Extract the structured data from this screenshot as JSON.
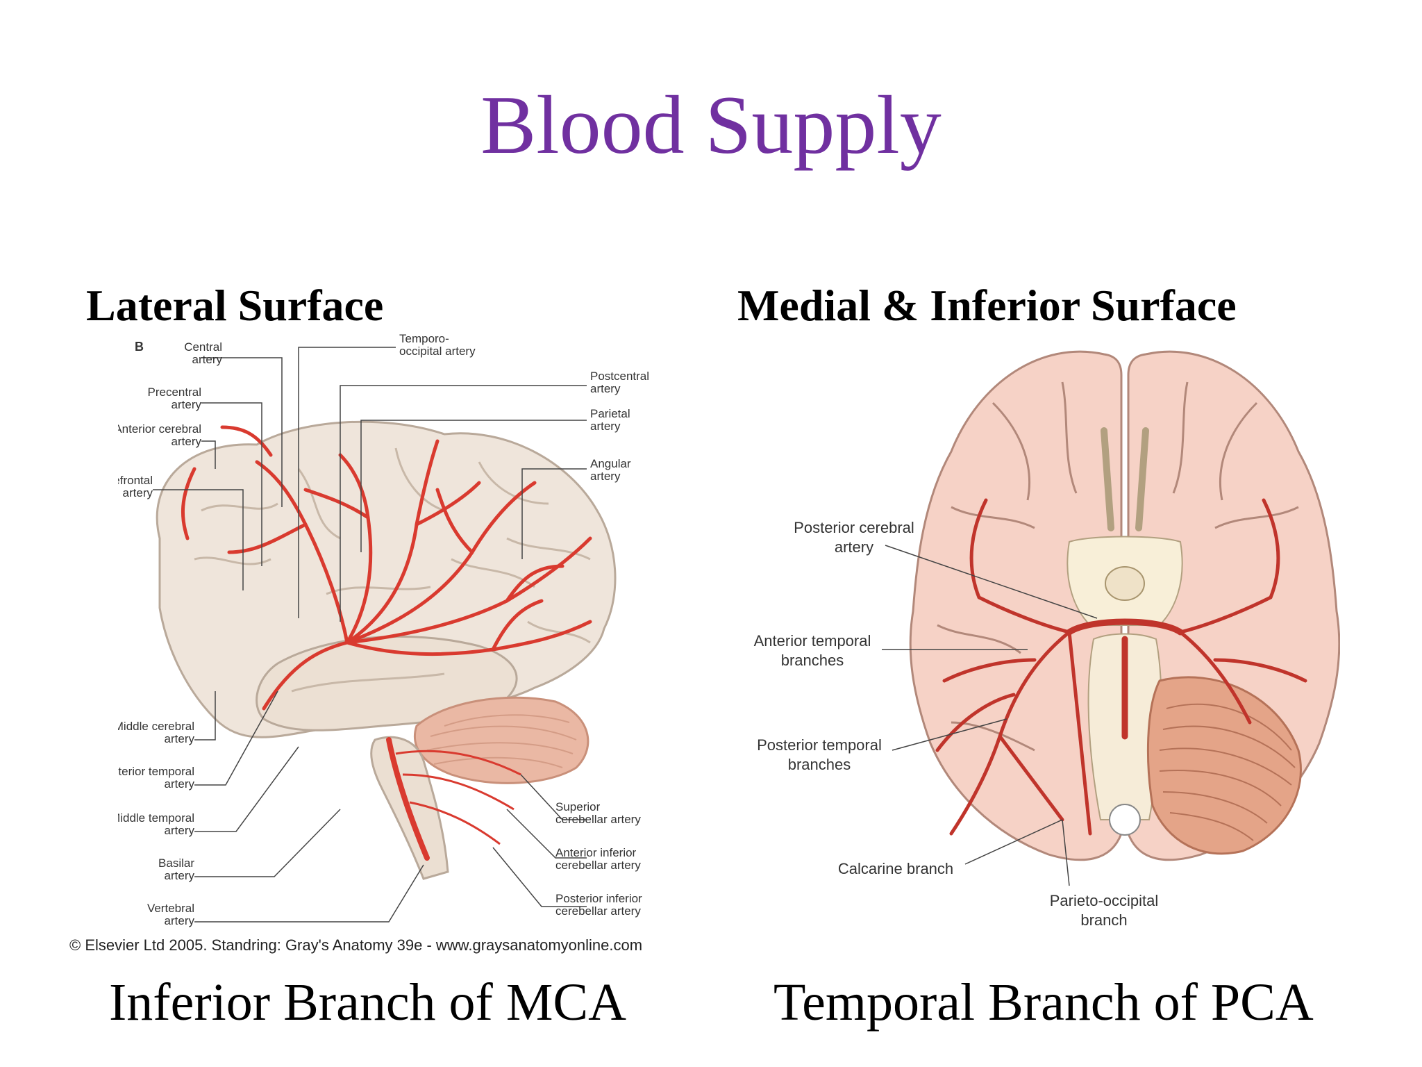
{
  "slide": {
    "title": "Blood Supply",
    "colors": {
      "title": "#7030a0",
      "artery": "#d93a2f",
      "brain": "#f0e6dc",
      "cerebellum": "#eab8a4"
    }
  },
  "left": {
    "heading": "Lateral Surface",
    "figure_letter": "B",
    "labels": {
      "central": [
        "Central",
        "artery"
      ],
      "precentral": [
        "Precentral",
        "artery"
      ],
      "anterior_cerebral": [
        "Anterior cerebral",
        "artery"
      ],
      "prefrontal": [
        "Prefrontal",
        "artery"
      ],
      "temporo_occipital": [
        "Temporo-",
        "occipital artery"
      ],
      "postcentral": [
        "Postcentral",
        "artery"
      ],
      "parietal": [
        "Parietal",
        "artery"
      ],
      "angular": [
        "Angular",
        "artery"
      ],
      "middle_cerebral": [
        "Middle cerebral",
        "artery"
      ],
      "anterior_temporal": [
        "Anterior temporal",
        "artery"
      ],
      "middle_temporal": [
        "Middle temporal",
        "artery"
      ],
      "basilar": [
        "Basilar",
        "artery"
      ],
      "vertebral": [
        "Vertebral",
        "artery"
      ],
      "superior_cerebellar": [
        "Superior",
        "cerebellar artery"
      ],
      "anterior_inferior_cerebellar": [
        "Anterior inferior",
        "cerebellar artery"
      ],
      "posterior_inferior_cerebellar": [
        "Posterior inferior",
        "cerebellar artery"
      ]
    },
    "credit": "© Elsevier Ltd 2005. Standring: Gray's Anatomy 39e - www.graysanatomyonline.com",
    "caption": "Inferior Branch of MCA"
  },
  "right": {
    "heading": "Medial  & Inferior Surface",
    "labels": {
      "posterior_cerebral": [
        "Posterior cerebral",
        "artery"
      ],
      "anterior_temporal_branches": [
        "Anterior temporal",
        "branches"
      ],
      "posterior_temporal_branches": [
        "Posterior temporal",
        "branches"
      ],
      "calcarine": [
        "Calcarine branch"
      ],
      "parieto_occipital": [
        "Parieto-occipital",
        "branch"
      ]
    },
    "caption": "Temporal Branch of PCA"
  }
}
